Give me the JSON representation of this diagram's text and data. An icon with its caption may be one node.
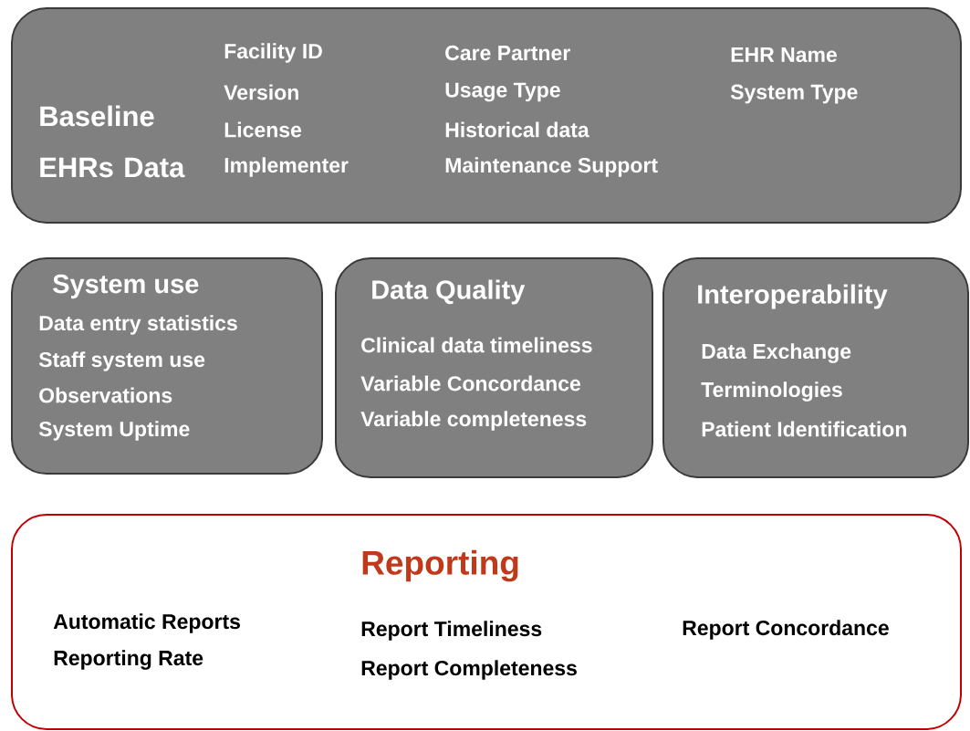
{
  "diagram": {
    "nodes": [
      {
        "text": [
          "Baseline EHRs Data",
          "Facility ID",
          "Version",
          "License",
          "Implementer",
          "Care Partner",
          "Usage Type",
          "Historical data",
          "Maintenance Support",
          "EHR Name",
          "System Type"
        ]
      },
      {
        "text": [
          "System use",
          "Data entry statistics",
          "Staff system use",
          "Observations",
          "System Uptime"
        ]
      },
      {
        "text": [
          "Data Quality",
          "Clinical data timeliness",
          "Variable Concordance",
          "Variable completeness"
        ]
      },
      {
        "text": [
          "Interoperability",
          "Data Exchange",
          "Terminologies",
          "Patient Identification"
        ]
      },
      {
        "text": [
          "Reporting",
          "Automatic Reports",
          "Reporting Rate",
          "Report Timeliness",
          "Report Completeness",
          "Report Concordance"
        ]
      }
    ]
  }
}
